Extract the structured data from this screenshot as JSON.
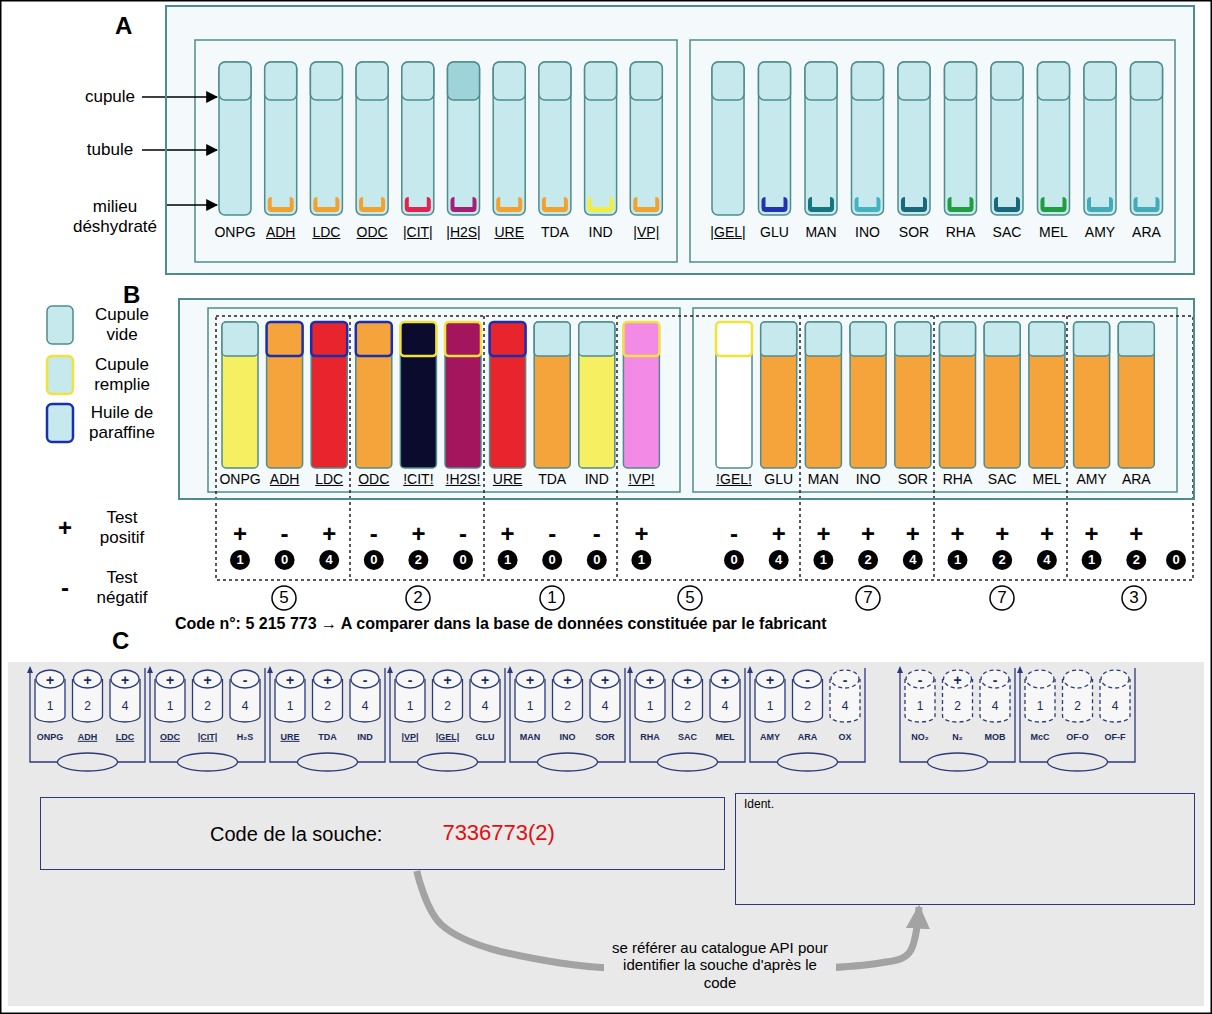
{
  "diagram": {
    "nodes": [
      {
        "text": [
          "A"
        ]
      },
      {
        "text": [
          "B"
        ]
      },
      {
        "text": [
          "C"
        ]
      },
      {
        "text": [
          "Code de la souche:",
          "7336773(2)"
        ],
        "in": 2
      },
      {
        "text": [
          "Ident."
        ],
        "in": 2
      }
    ],
    "edges": [
      {
        "from": 3,
        "to": 4,
        "arrow": "to",
        "label": "se référer au catalogue API pour identifier la souche d'après le code"
      }
    ],
    "labels": [
      "cupule",
      "tubule",
      "milieu déshydraté",
      "ONPG",
      "ADH",
      "LDC",
      "ODC",
      "|CIT|",
      "|H2S|",
      "URE",
      "TDA",
      "IND",
      "|VP|",
      "|GEL|",
      "GLU",
      "MAN",
      "INO",
      "SOR",
      "RHA",
      "SAC",
      "MEL",
      "AMY",
      "ARA",
      "+",
      "-",
      "ONPG",
      "ADH",
      "LDC",
      "ODC",
      "!CIT!",
      "!H2S!",
      "URE",
      "TDA",
      "IND",
      "!VP!",
      "!GEL!",
      "GLU",
      "MAN",
      "INO",
      "SOR",
      "RHA",
      "SAC",
      "MEL",
      "AMY",
      "ARA",
      "+",
      "-",
      "+",
      "-",
      "+",
      "-",
      "+",
      "-",
      "-",
      "+",
      "-",
      "+",
      "+",
      "+",
      "+",
      "+",
      "+",
      "+",
      "+",
      "+",
      "1",
      "0",
      "4",
      "0",
      "2",
      "0",
      "1",
      "0",
      "0",
      "1",
      "0",
      "4",
      "1",
      "2",
      "4",
      "1",
      "2",
      "4",
      "1",
      "2",
      "0",
      "5",
      "2",
      "1",
      "5",
      "7",
      "7",
      "3",
      "Code n°: 5 215 773 → A comparer dans la base de données constituée par le fabricant",
      "ONPG",
      "ADH",
      "LDC",
      "ODC",
      "|CIT|",
      "H₂S",
      "URE",
      "TDA",
      "IND",
      "|VP|",
      "|GEL|",
      "GLU",
      "MAN",
      "INO",
      "SOR",
      "RHA",
      "SAC",
      "MEL",
      "AMY",
      "ARA",
      "OX",
      "NO₂",
      "N₂",
      "MOB",
      "McC",
      "OF-O",
      "OF-F",
      "+",
      "+",
      "+",
      "+",
      "+",
      "-",
      "+",
      "+",
      "-",
      "-",
      "+",
      "+",
      "+",
      "+",
      "+",
      "+",
      "+",
      "+",
      "+",
      "-",
      "-",
      "-",
      "+",
      "-",
      "1",
      "2",
      "4",
      "1",
      "2",
      "4",
      "1",
      "2",
      "4",
      "1",
      "2",
      "4",
      "1",
      "2",
      "4",
      "1",
      "2",
      "4",
      "1",
      "2",
      "4",
      "1",
      "2",
      "4",
      "1",
      "2",
      "4"
    ],
    "legend": [
      {
        "text": "Cupule vide",
        "color": "#c6e9ed"
      },
      {
        "text": "Cupule remplie"
      },
      {
        "text": "Huile de paraffine"
      },
      {
        "text": "Test positif"
      },
      {
        "text": "Test négatif"
      }
    ]
  }
}
